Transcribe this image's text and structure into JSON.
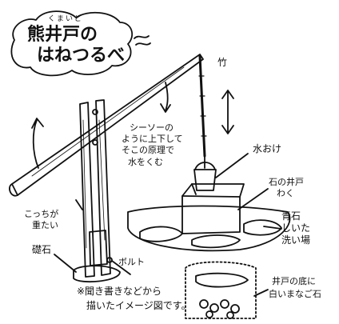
{
  "title": {
    "ruby": "くまいど",
    "line1": "熊井戸の",
    "line2": "はねつるべ"
  },
  "labels": {
    "bamboo": "竹",
    "seesaw_1": "シーソーの",
    "seesaw_2": "ように上下して",
    "seesaw_3": "そこの原理で",
    "seesaw_4": "水をくむ",
    "bucket": "水おけ",
    "well_frame_1": "石の井戸",
    "well_frame_2": "わく",
    "heavy_1": "こっちが",
    "heavy_2": "重たい",
    "base_stone": "礎石",
    "bolt": "ボルト",
    "paving_1": "青石",
    "paving_2": "しいた",
    "paving_3": "洗い場",
    "well_bottom_1": "井戸の底に",
    "well_bottom_2": "白いまなご石",
    "note_1": "※聞き書きなどから",
    "note_2": "描いたイメージ図です。"
  },
  "colors": {
    "ink": "#111111",
    "paper": "#ffffff"
  }
}
